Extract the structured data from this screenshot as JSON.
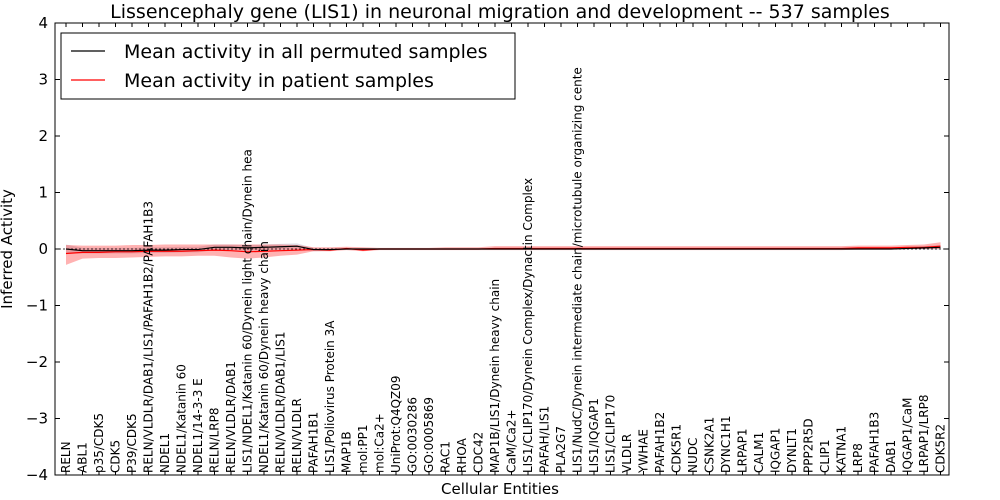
{
  "chart_data": {
    "type": "line",
    "title": "Lissencephaly gene (LIS1) in neuronal migration and development -- 537 samples",
    "xlabel": "Cellular Entities",
    "ylabel": "Inferred Activity",
    "ylim": [
      -4,
      4
    ],
    "yticks": [
      "−4",
      "−3",
      "−2",
      "−1",
      "0",
      "1",
      "2",
      "3",
      "4"
    ],
    "legend_placement": "top-left",
    "grid": false,
    "categories": [
      "RELN",
      "ABL1",
      "p35/CDK5",
      "CDK5",
      "P39/CDK5",
      "RELN/VLDLR/DAB1/LIS1/PAFAH1B2/PAFAH1B3",
      "NDEL1",
      "NDEL1/Katanin 60",
      "NDEL1/14-3-3 E",
      "RELN/LRP8",
      "RELN/VLDLR/DAB1",
      "LIS1/NDEL1/Katanin 60/Dynein light chain/Dynein hea",
      "NDEL1/Katanin 60/Dynein heavy chain",
      "RELN/VLDLR/DAB1/LIS1",
      "RELN/VLDLR",
      "PAFAH1B1",
      "LIS1/Poliovirus Protein 3A",
      "MAP1B",
      "mol:PP1",
      "mol:Ca2+",
      "UniProt:Q4QZ09",
      "GO:0030286",
      "GO:0005869",
      "RAC1",
      "RHOA",
      "CDC42",
      "MAP1B/LIS1/Dynein heavy chain",
      "CaM/Ca2+",
      "LIS1/CLIP170/Dynein Complex/Dynactin Complex",
      "PAFAH/LIS1",
      "PLA2G7",
      "LIS1/NudC/Dynein intermediate chain/microtubule organizing cente",
      "LIS1/IQGAP1",
      "LIS1/CLIP170",
      "VLDLR",
      "YWHAE",
      "PAFAH1B2",
      "CDK5R1",
      "NUDC",
      "CSNK2A1",
      "DYNC1H1",
      "LRPAP1",
      "CALM1",
      "IQGAP1",
      "DYNLT1",
      "PPP2R5D",
      "CLIP1",
      "KATNA1",
      "LRP8",
      "PAFAH1B3",
      "DAB1",
      "IQGAP1/CaM",
      "LRPAP1/LRP8",
      "CDK5R2"
    ],
    "series": [
      {
        "name": "Mean activity in all permuted samples",
        "color": "#000000",
        "values": [
          0.0,
          -0.03,
          -0.03,
          -0.03,
          -0.03,
          -0.02,
          -0.02,
          -0.01,
          -0.01,
          0.03,
          0.03,
          0.02,
          0.03,
          0.04,
          0.05,
          -0.01,
          -0.01,
          0.0,
          0.0,
          0.0,
          0.0,
          0.0,
          0.0,
          0.0,
          0.0,
          0.0,
          0.0,
          0.0,
          0.0,
          0.0,
          0.0,
          0.0,
          0.0,
          0.0,
          0.0,
          0.0,
          0.0,
          0.0,
          0.0,
          0.0,
          0.0,
          0.0,
          0.0,
          0.0,
          0.0,
          0.0,
          0.0,
          0.0,
          0.0,
          0.0,
          0.0,
          0.01,
          0.02,
          0.03
        ],
        "band": [
          0.08,
          0.05,
          0.05,
          0.05,
          0.05,
          0.05,
          0.05,
          0.05,
          0.05,
          0.05,
          0.05,
          0.05,
          0.05,
          0.05,
          0.05,
          0.03,
          0.02,
          0.01,
          0.01,
          0.01,
          0.01,
          0.01,
          0.01,
          0.01,
          0.01,
          0.01,
          0.01,
          0.01,
          0.01,
          0.01,
          0.01,
          0.01,
          0.01,
          0.01,
          0.01,
          0.01,
          0.01,
          0.01,
          0.01,
          0.01,
          0.01,
          0.01,
          0.01,
          0.01,
          0.01,
          0.01,
          0.01,
          0.01,
          0.01,
          0.01,
          0.01,
          0.02,
          0.03,
          0.04
        ]
      },
      {
        "name": "Mean activity in patient samples",
        "color": "#ff0000",
        "values": [
          -0.08,
          -0.06,
          -0.06,
          -0.05,
          -0.05,
          -0.04,
          -0.04,
          -0.04,
          -0.03,
          -0.02,
          -0.03,
          -0.05,
          -0.04,
          -0.03,
          -0.02,
          -0.01,
          -0.02,
          0.01,
          -0.02,
          0.0,
          0.0,
          0.0,
          0.0,
          0.0,
          0.0,
          0.0,
          0.01,
          0.01,
          0.01,
          0.01,
          0.01,
          0.01,
          0.01,
          0.01,
          0.01,
          0.01,
          0.01,
          0.01,
          0.01,
          0.01,
          0.01,
          0.01,
          0.01,
          0.01,
          0.01,
          0.01,
          0.01,
          0.01,
          0.02,
          0.02,
          0.02,
          0.03,
          0.03,
          0.05
        ],
        "band_low": [
          -0.28,
          -0.17,
          -0.16,
          -0.16,
          -0.15,
          -0.14,
          -0.13,
          -0.13,
          -0.12,
          -0.12,
          -0.15,
          -0.17,
          -0.15,
          -0.12,
          -0.1,
          -0.04,
          -0.04,
          -0.02,
          -0.04,
          -0.02,
          -0.02,
          -0.02,
          -0.02,
          -0.02,
          -0.02,
          -0.02,
          -0.02,
          -0.02,
          -0.02,
          -0.02,
          -0.02,
          -0.02,
          -0.02,
          -0.02,
          -0.02,
          -0.02,
          -0.02,
          -0.02,
          -0.02,
          -0.02,
          -0.02,
          -0.02,
          -0.02,
          -0.02,
          -0.02,
          -0.02,
          -0.02,
          -0.02,
          -0.01,
          -0.01,
          -0.01,
          0.0,
          0.0,
          0.0
        ],
        "band_high": [
          0.07,
          0.06,
          0.06,
          0.06,
          0.07,
          0.07,
          0.08,
          0.08,
          0.08,
          0.08,
          0.08,
          0.08,
          0.08,
          0.08,
          0.07,
          0.03,
          0.03,
          0.04,
          0.03,
          0.02,
          0.02,
          0.02,
          0.02,
          0.03,
          0.03,
          0.03,
          0.05,
          0.05,
          0.05,
          0.05,
          0.05,
          0.05,
          0.05,
          0.05,
          0.05,
          0.05,
          0.05,
          0.05,
          0.05,
          0.05,
          0.05,
          0.05,
          0.05,
          0.05,
          0.05,
          0.05,
          0.05,
          0.05,
          0.06,
          0.06,
          0.06,
          0.07,
          0.08,
          0.12
        ]
      }
    ]
  }
}
